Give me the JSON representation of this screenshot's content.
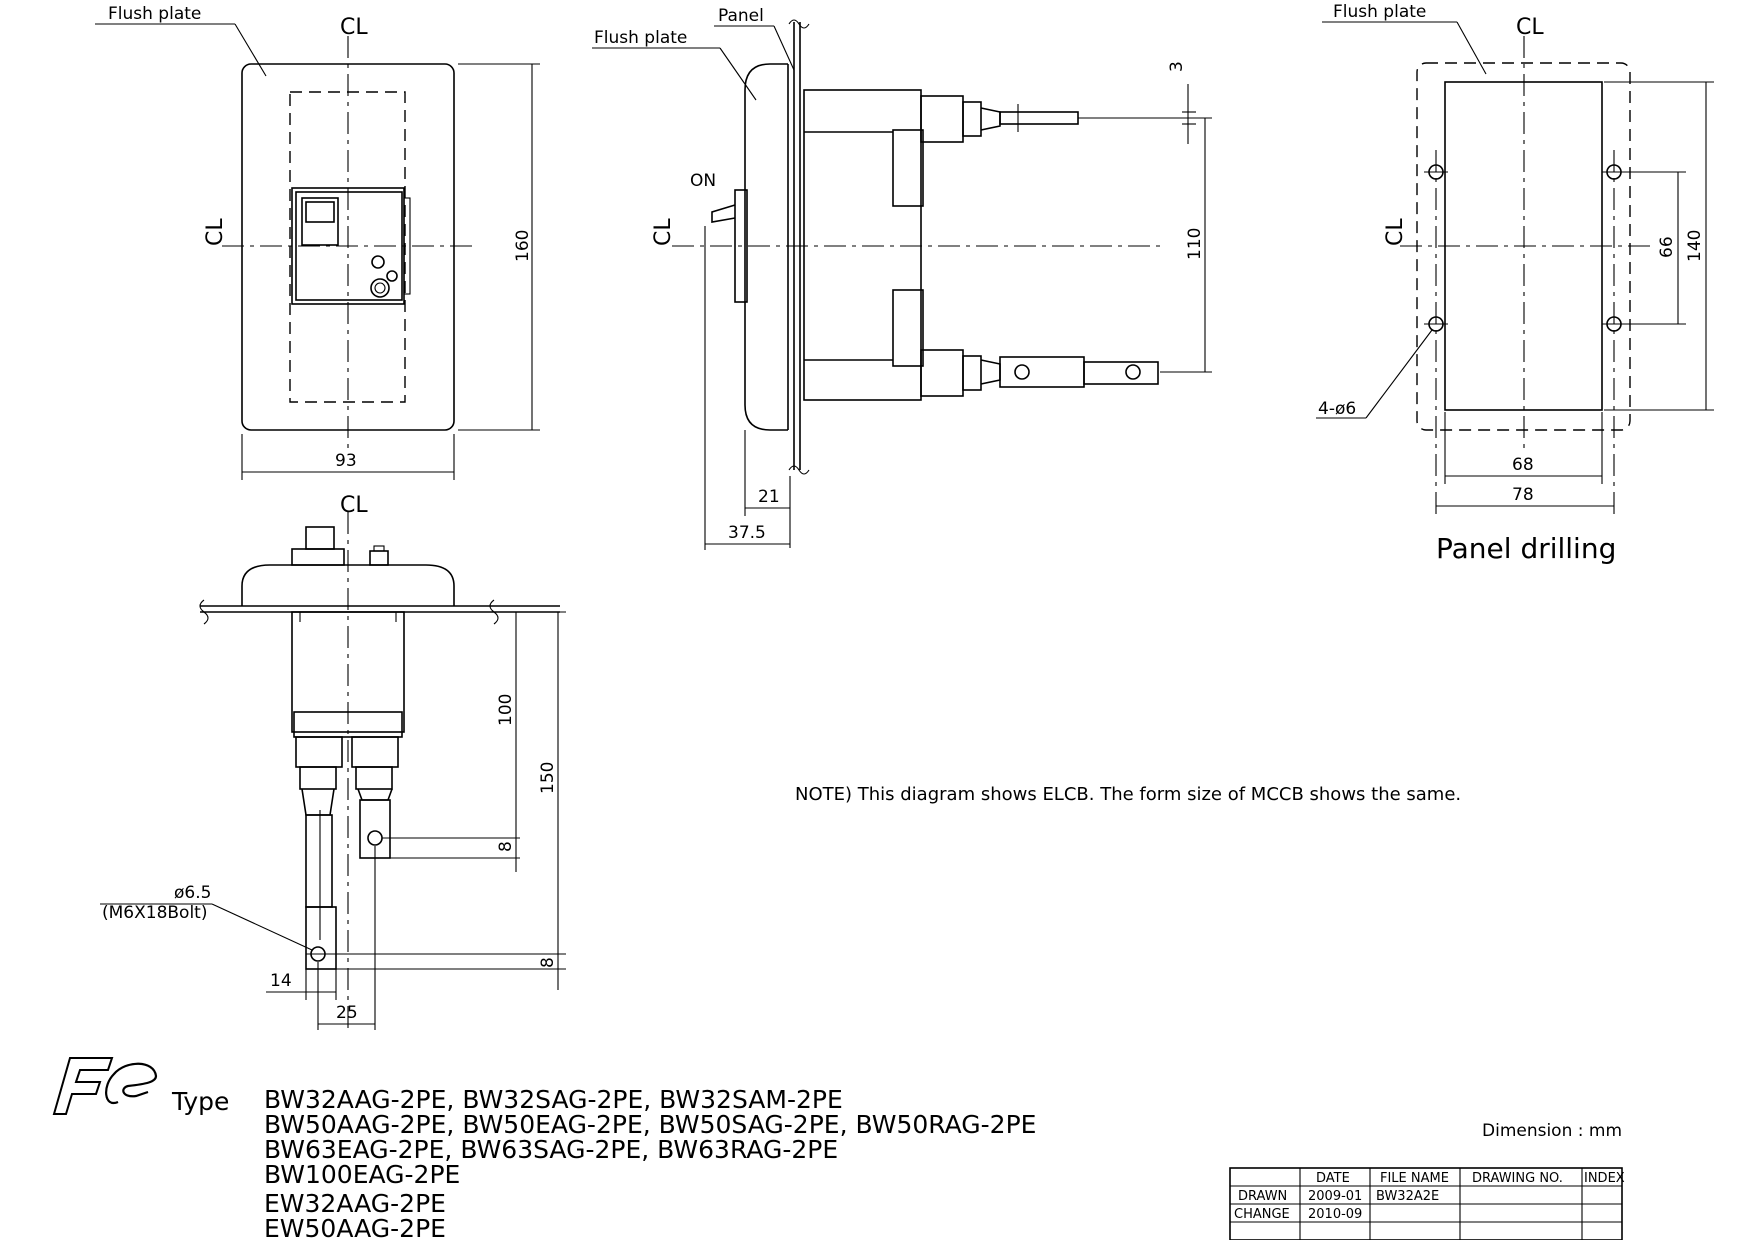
{
  "labels": {
    "flush_plate": "Flush plate",
    "panel": "Panel",
    "on": "ON",
    "panel_drilling": "Panel drilling",
    "centerline": "CL",
    "holes": "4-ø6",
    "bolt_dia": "ø6.5",
    "bolt_spec": "(M6X18Bolt)"
  },
  "dimensions": {
    "front_width": "93",
    "front_height": "160",
    "terminal_offset": "3",
    "terminal_pitch": "110",
    "plate_depth": "21",
    "total_depth": "37.5",
    "hole_pitch_v": "66",
    "drill_height": "140",
    "cutout_width": "68",
    "hole_pitch_h": "78",
    "bottom_100": "100",
    "bottom_150": "150",
    "bottom_8a": "8",
    "bottom_8b": "8",
    "bottom_14": "14",
    "bottom_25": "25"
  },
  "note": "NOTE) This diagram shows ELCB. The form size of MCCB shows the same.",
  "type_block": {
    "label": "Type",
    "models": [
      "BW32AAG-2PE, BW32SAG-2PE, BW32SAM-2PE",
      "BW50AAG-2PE, BW50EAG-2PE, BW50SAG-2PE, BW50RAG-2PE",
      "BW63EAG-2PE, BW63SAG-2PE, BW63RAG-2PE",
      "BW100EAG-2PE",
      "EW32AAG-2PE",
      "EW50AAG-2PE"
    ]
  },
  "dimension_unit": "Dimension : mm",
  "title_block": {
    "headers": [
      "DATE",
      "FILE NAME",
      "DRAWING NO.",
      "INDEX"
    ],
    "rows": [
      {
        "label": "DRAWN",
        "date": "2009-01",
        "file": "BW32A2E"
      },
      {
        "label": "CHANGE",
        "date": "2010-09",
        "file": ""
      }
    ]
  },
  "logo": {
    "text": "Fe",
    "icon": "fuji-electric-logo"
  }
}
